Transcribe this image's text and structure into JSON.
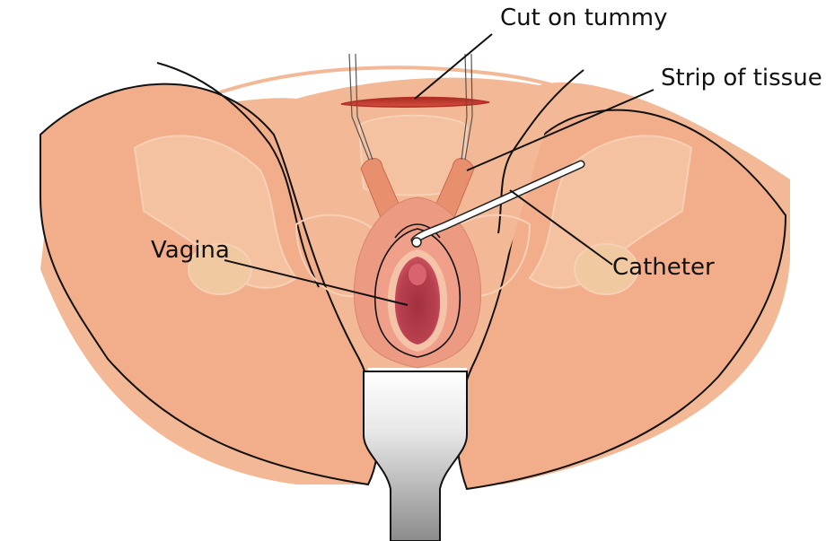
{
  "labels": {
    "cut": "Cut on tummy",
    "strip": "Strip of tissue",
    "vagina": "Vagina",
    "catheter": "Catheter"
  },
  "colors": {
    "skin": "#f3b895",
    "skin_inner": "#f1ab86",
    "skin_shadow": "#e89f7d",
    "bone_outline": "#f7d0b6",
    "bone_fill": "#f4c6a6",
    "incision": "#c0342a",
    "vulva_outer": "#e6907a",
    "labia": "#f0a08a",
    "vaginal_rim": "#f5c3a8",
    "vaginal_canal": "#b23a4a",
    "strip": "#e88f6e",
    "catheter": "#ffffff",
    "outline": "#222222",
    "retractor_light": "#ffffff",
    "retractor_dark": "#8b8b8b"
  }
}
